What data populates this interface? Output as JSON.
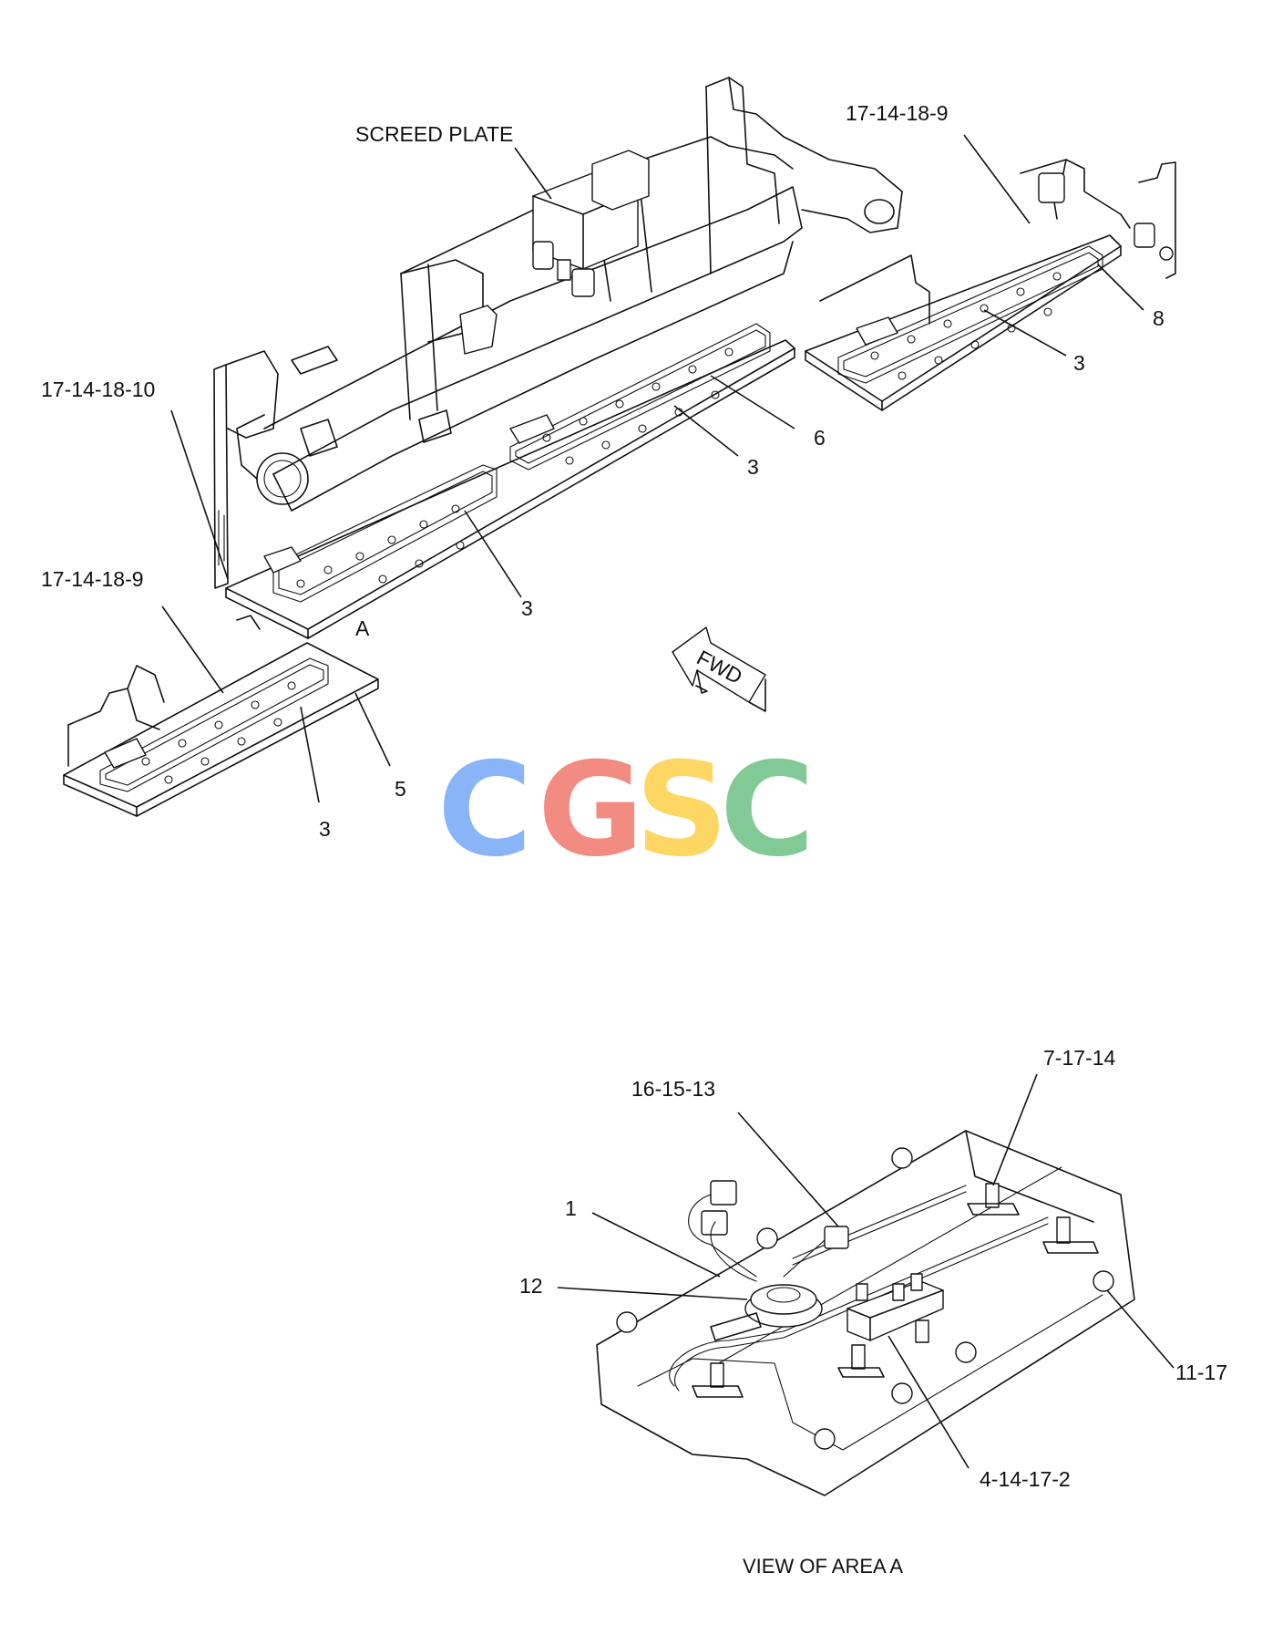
{
  "labels": {
    "screed_plate": "SCREED PLATE",
    "top_right_kit": "17-14-18-9",
    "right_plate": "8",
    "right_harness": "3",
    "left_top_kit": "17-14-18-10",
    "center_plate": "6",
    "center_harness_upper": "3",
    "center_harness_lower": "3",
    "left_kit": "17-14-18-9",
    "area_marker": "A",
    "left_harness": "3",
    "left_plate": "5",
    "fwd": "FWD",
    "detail_top_right": "7-17-14",
    "detail_connector": "16-15-13",
    "detail_1": "1",
    "detail_12": "12",
    "detail_right": "11-17",
    "detail_bottom": "4-14-17-2",
    "caption": "VIEW OF AREA  A"
  },
  "watermark": {
    "letters": [
      "C",
      "G",
      "S",
      "C"
    ],
    "colors": [
      "#8ab4f8",
      "#f28b82",
      "#fdd663",
      "#81c995"
    ]
  }
}
